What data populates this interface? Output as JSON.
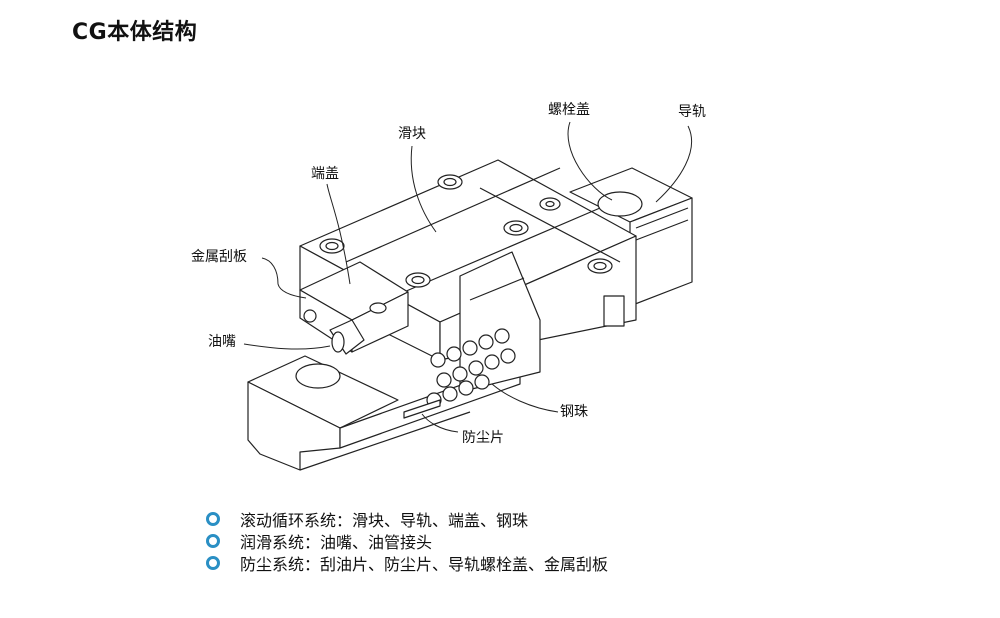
{
  "title": "CG本体结构",
  "labels": {
    "bolt_cap": "螺栓盖",
    "rail": "导轨",
    "slider": "滑块",
    "end_cap": "端盖",
    "metal_scraper": "金属刮板",
    "oil_nozzle": "油嘴",
    "steel_ball": "钢珠",
    "dust_plate": "防尘片"
  },
  "bullets": [
    "滚动循环系统：滑块、导轨、端盖、钢珠",
    "润滑系统：油嘴、油管接头",
    "防尘系统：刮油片、防尘片、导轨螺栓盖、金属刮板"
  ],
  "colors": {
    "bullet": "#2a8fc4",
    "line": "#222222"
  }
}
